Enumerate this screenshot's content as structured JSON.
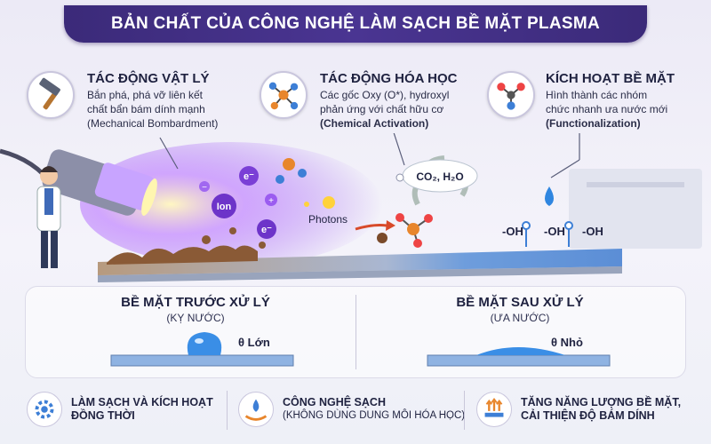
{
  "title": "BẢN CHẤT CỦA CÔNG NGHỆ LÀM SẠCH BỀ MẶT PLASMA",
  "mechanisms": [
    {
      "heading": "TÁC ĐỘNG VẬT LÝ",
      "lines": [
        "Bắn phá, phá vỡ liên kết",
        "chất bẩn bám dính mạnh",
        "(Mechanical Bombardment)"
      ],
      "icon": "hammer-icon"
    },
    {
      "heading": "TÁC ĐỘNG HÓA HỌC",
      "lines": [
        "Các gốc Oxy (O*), hydroxyl",
        "phản ứng với chất hữu cơ",
        "(Chemical Activation)"
      ],
      "icon": "molecule-icon"
    },
    {
      "heading": "KÍCH HOẠT BỀ MẶT",
      "lines": [
        "Hình thành các nhóm",
        "chức nhanh ưa nước mới",
        "(Functionalization)"
      ],
      "icon": "functional-group-icon"
    }
  ],
  "scene": {
    "particles": [
      "e⁻",
      "Ion",
      "e⁻",
      "+",
      "−"
    ],
    "photons": "Photons",
    "gas": "CO₂, H₂O",
    "groups": [
      "-OH",
      "-OH",
      "-OH"
    ]
  },
  "comparison": {
    "before": {
      "title": "BỀ MẶT TRƯỚC XỬ LÝ",
      "sub": "(KỴ NƯỚC)",
      "theta": "θ Lớn"
    },
    "after": {
      "title": "BỀ MẶT SAU XỬ LÝ",
      "sub": "(ƯA NƯỚC)",
      "theta": "θ Nhỏ"
    }
  },
  "features": [
    {
      "l1": "LÀM SẠCH VÀ KÍCH HOẠT",
      "l2": "ĐỒNG THỜI",
      "icon": "gear-icon"
    },
    {
      "l1": "CÔNG NGHỆ SẠCH",
      "l2": "(KHÔNG DÙNG DUNG MÔI HÓA HỌC)",
      "icon": "water-hand-icon"
    },
    {
      "l1": "TĂNG NĂNG LƯỢNG BỀ MẶT,",
      "l2": "CẢI THIỆN ĐỘ BÁM DÍNH",
      "icon": "energy-surface-icon"
    }
  ],
  "colors": {
    "title_bg": "#3b2a79",
    "plasma": "#9b5cf0",
    "surface": "#7aa3d8",
    "water": "#2f86e0",
    "dirt": "#8a5a36"
  }
}
